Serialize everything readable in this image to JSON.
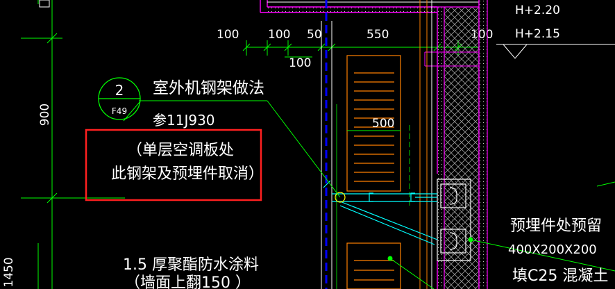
{
  "colors": {
    "background": "#000000",
    "dimension_line": "#00ff00",
    "text": "#ffffff",
    "wall_outline": "#ff00ff",
    "hatch": "#b0b0b0",
    "window_frame": "#ff8000",
    "bracket": "#00ffff",
    "column_blue": "#0000ff",
    "highlight_box": "#ff2020",
    "leader": "#00ff00"
  },
  "dimensions": {
    "d100_a": "100",
    "d100_b": "100",
    "d50": "50",
    "d550": "550",
    "d100_c": "100",
    "d100_lower": "100",
    "d500": "500",
    "d900": "900",
    "d_left_bottom": "1450"
  },
  "elevations": {
    "top": "H+2.20",
    "second": "H+2.15"
  },
  "detail_callout": {
    "number": "2",
    "sheet": "F49"
  },
  "notes": {
    "steel_frame_title": "室外机钢架做法",
    "steel_frame_ref": "参11J930",
    "highlight_line1": "（单层空调板处",
    "highlight_line2": "此钢架及预埋件取消）",
    "embed_line1": "预埋件处预留",
    "embed_line2": "400X200X200",
    "embed_line3": "填C25  混凝土",
    "coating_line1": "1.5  厚聚酯防水涂料",
    "coating_line2": "（墙面上翻150  ）"
  }
}
